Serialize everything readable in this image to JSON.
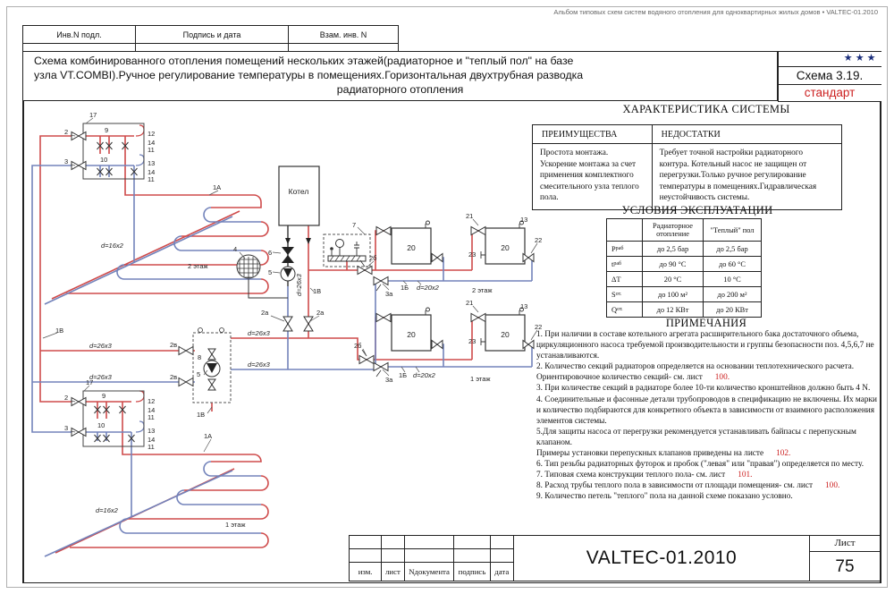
{
  "header_strip": "Альбом типовых схем систем водяного отопления для одноквартирных жилых домов • VALTEC-01.2010",
  "top_stamp": {
    "cols": [
      "Инв.N подл.",
      "Подпись и дата",
      "Взам. инв. N"
    ]
  },
  "title": {
    "lines": [
      "Схема комбинированного отопления помещений нескольких этажей(радиаторное и  \"теплый пол\" на базе",
      "узла VT.COMBI).Ручное регулирование температуры в помещениях.Горизонтальная двухтрубная разводка",
      "радиаторного отопления"
    ]
  },
  "scheme": {
    "stars": "★ ★ ★",
    "stars_color": "#1c2f7c",
    "number": "Схема 3.19.",
    "grade": "стандарт",
    "grade_color": "#cc2020"
  },
  "characteristics": {
    "title": "ХАРАКТЕРИСТИКА СИСТЕМЫ",
    "advantages_header": "ПРЕИМУЩЕСТВА",
    "disadvantages_header": "НЕДОСТАТКИ",
    "advantages": "Простота монтажа.\nУскорение монтажа за счет применения комплектного смесительного узла теплого пола.",
    "disadvantages": "Требует точной настройки  радиаторного контура.  Котельный насос не защищен от перегрузки.Только ручное регулирование температуры в помещениях.Гидравлическая неустойчивость системы."
  },
  "conditions": {
    "title": "УСЛОВИЯ ЭКСПЛУАТАЦИИ",
    "col_radiator": "Радиаторное отопление",
    "col_floor": "\"Теплый\" пол",
    "rows": [
      {
        "base": "P",
        "sub": "раб",
        "radiator": "до 2,5 бар",
        "floor": "до 2,5 бар"
      },
      {
        "base": "t",
        "sub": "раб",
        "radiator": "до 90 °С",
        "floor": "до 60 °С"
      },
      {
        "base": "ΔT",
        "sub": "",
        "radiator": "20 °С",
        "floor": "10 °С"
      },
      {
        "base": "S",
        "sub": "от.",
        "radiator": "до 100 м²",
        "floor": "до 200 м²"
      },
      {
        "base": "Q",
        "sub": "от.",
        "radiator": "до 12 КВт",
        "floor": "до 20 КВт"
      }
    ]
  },
  "notes": {
    "title": "ПРИМЕЧАНИЯ",
    "items": [
      {
        "text": "1. При наличии в составе котельного агрегата расширительного бака достаточного объема, циркуляционного насоса требуемой производительности и группы безопасности  поз. 4,5,6,7 не устанавливаются.",
        "ref": ""
      },
      {
        "text": "2. Количество секций радиаторов определяется на основании теплотехнического расчета. Ориентировочное количество секций- см. лист",
        "ref": "100."
      },
      {
        "text": "3. При количестве секций в радиаторе более 10-ти количество кронштейнов должно быть 4 N.",
        "ref": ""
      },
      {
        "text": "4. Соединительные и фасонные детали трубопроводов в спецификацию не включены. Их марки и количество  подбираются для конкретного объекта в зависимости от  взаимного расположения элементов системы.",
        "ref": ""
      },
      {
        "text": "5.Для защиты насоса от перегрузки рекомендуется устанавливать байпасы с перепускным клапаном.",
        "ref": ""
      },
      {
        "text": "Примеры установки перепускных клапанов приведены на листе",
        "ref": "102."
      },
      {
        "text": "6. Тип резьбы радиаторных футорок и пробок (\"левая\" или \"правая\") определяется по месту.",
        "ref": ""
      },
      {
        "text": "7. Типовая схема конструкции теплого пола- см. лист",
        "ref": "101."
      },
      {
        "text": "8. Расход трубы теплого пола в зависимости от площади помещения- см. лист",
        "ref": "100."
      },
      {
        "text": "9. Количество петель \"теплого\" пола на данной схеме показано условно.",
        "ref": ""
      }
    ]
  },
  "bottom": {
    "cols": [
      "изм.",
      "лист",
      "Nдокумента",
      "подпись",
      "дата"
    ],
    "code": "VALTEC-01.2010",
    "sheet_label": "Лист",
    "sheet_number": "75"
  },
  "diagram": {
    "boiler": "Котел",
    "rad": "20",
    "floor1": "1 этаж",
    "floor2": "2 этаж",
    "l1a": "1А",
    "l1b": "1Б",
    "l1v": "1В",
    "l2a": "2а",
    "l2b": "2б",
    "l2v": "2в",
    "l3a": "3а",
    "d16": "d=16х2",
    "d20": "d=20х2",
    "d26": "d=26х3",
    "n2": "2",
    "n3": "3",
    "n4": "4",
    "n5": "5",
    "n6": "6",
    "n7": "7",
    "n8": "8",
    "n9": "9",
    "n10": "10",
    "n11": "11",
    "n12": "12",
    "n13": "13",
    "n14": "14",
    "n17": "17",
    "n21": "21",
    "n22": "22",
    "n23": "23",
    "pipe_supply_color": "#cf4b4b",
    "pipe_return_color": "#7383bb"
  }
}
